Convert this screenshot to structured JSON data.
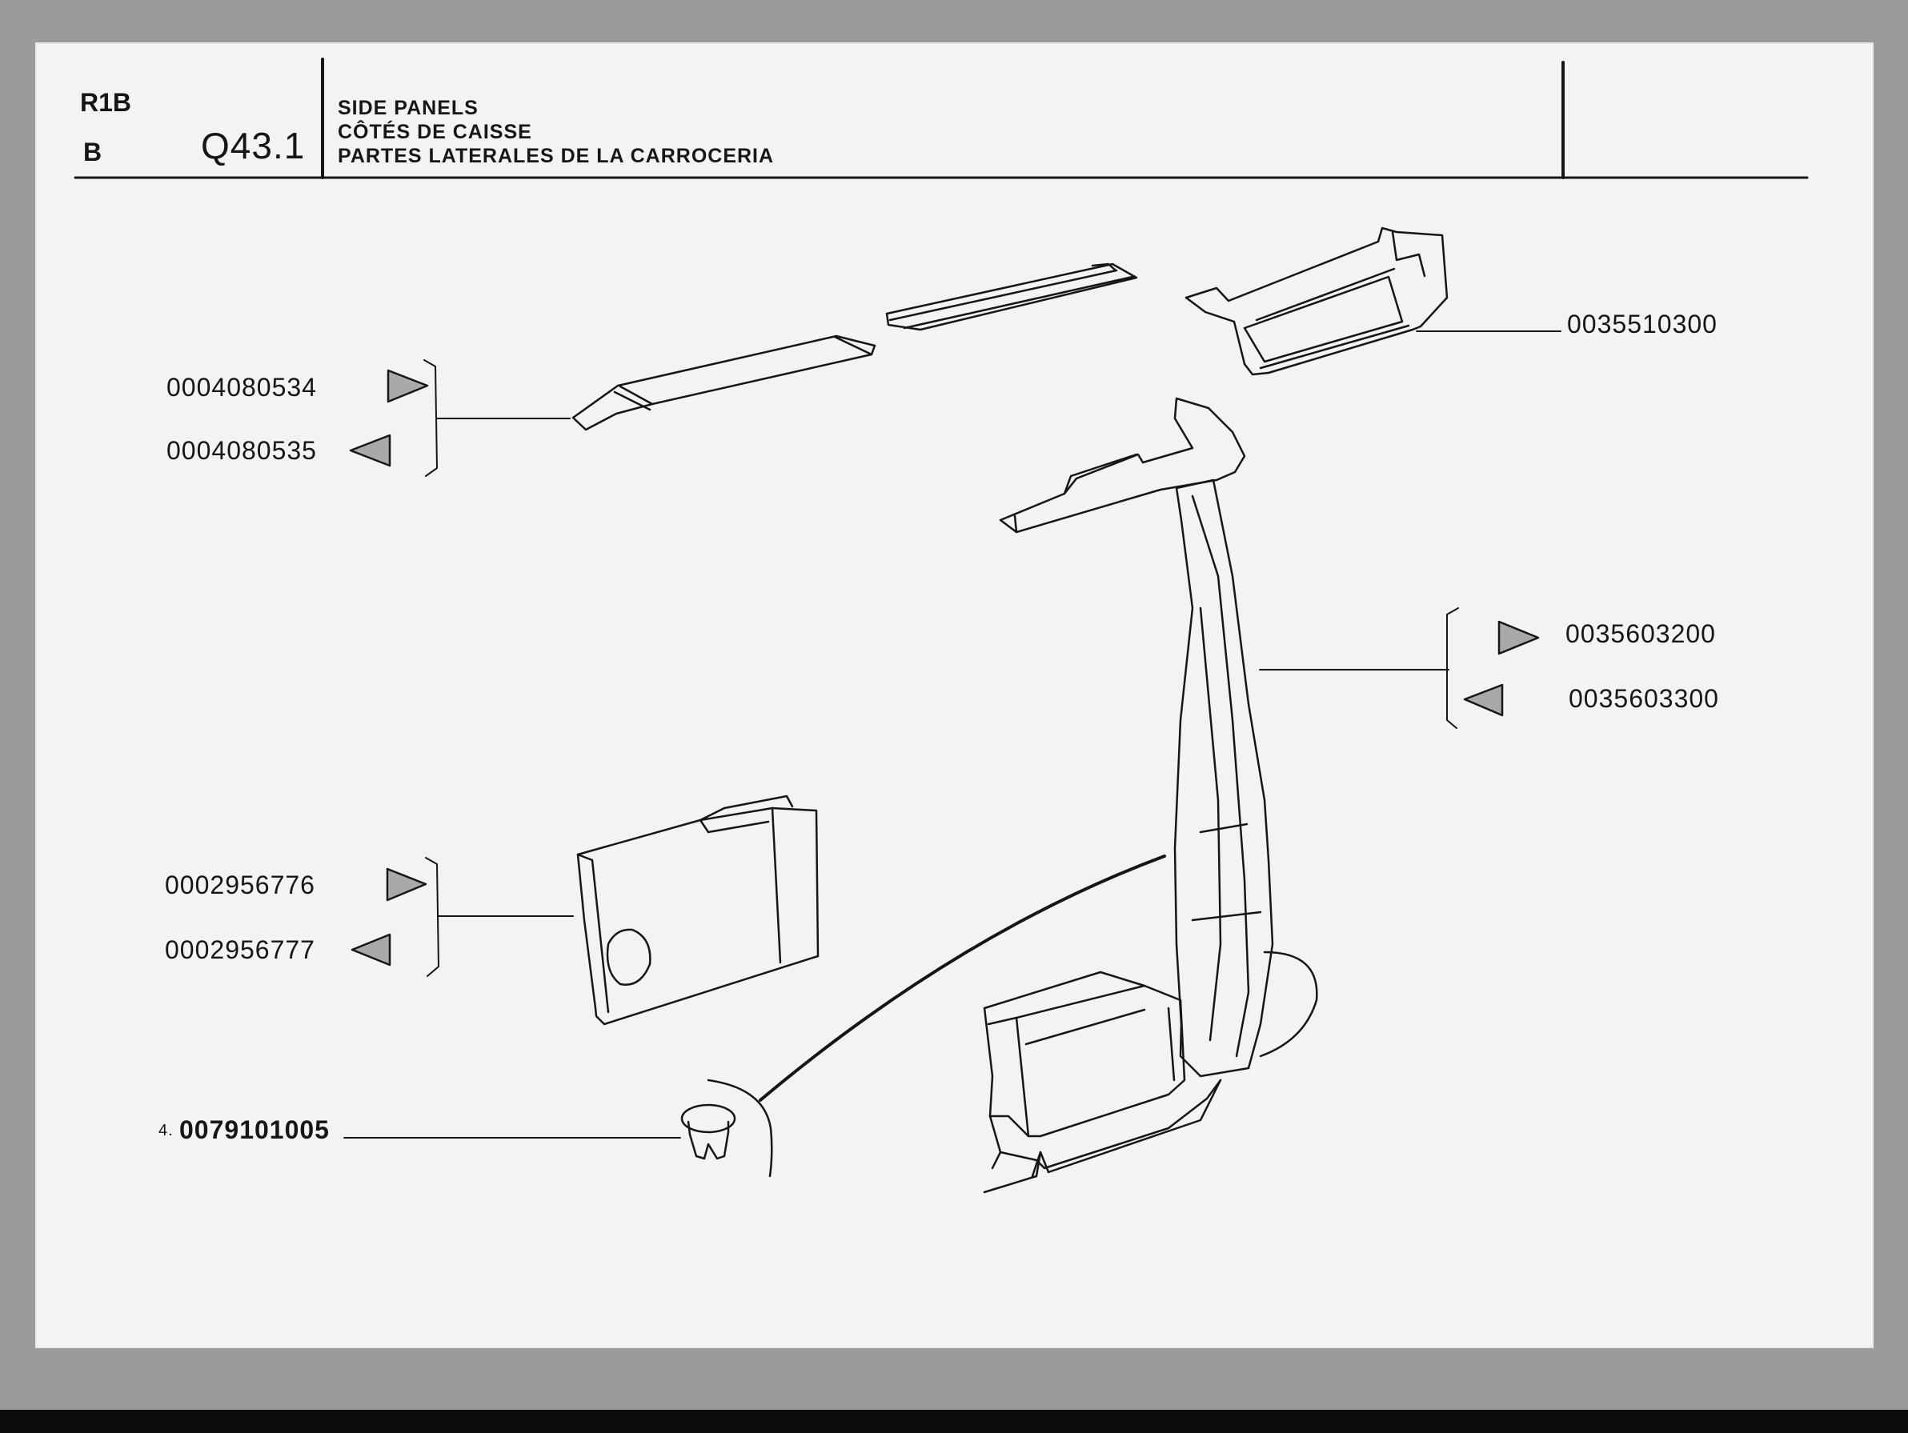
{
  "header": {
    "model_code": "R1B",
    "variant_code": "B",
    "page_reference": "Q43.1",
    "title_en": "SIDE PANELS",
    "title_fr": "CÔTÉS DE CAISSE",
    "title_es": "PARTES LATERALES DE LA CARROCERIA"
  },
  "parts": {
    "roof_rail_right": "0004080534",
    "roof_rail_left": "0004080535",
    "rear_bracket": "0035510300",
    "pillar_right": "0035603200",
    "pillar_left": "0035603300",
    "inner_panel_right": "0002956776",
    "inner_panel_left": "0002956777",
    "clip_qty": "4.",
    "clip": "0079101005"
  }
}
